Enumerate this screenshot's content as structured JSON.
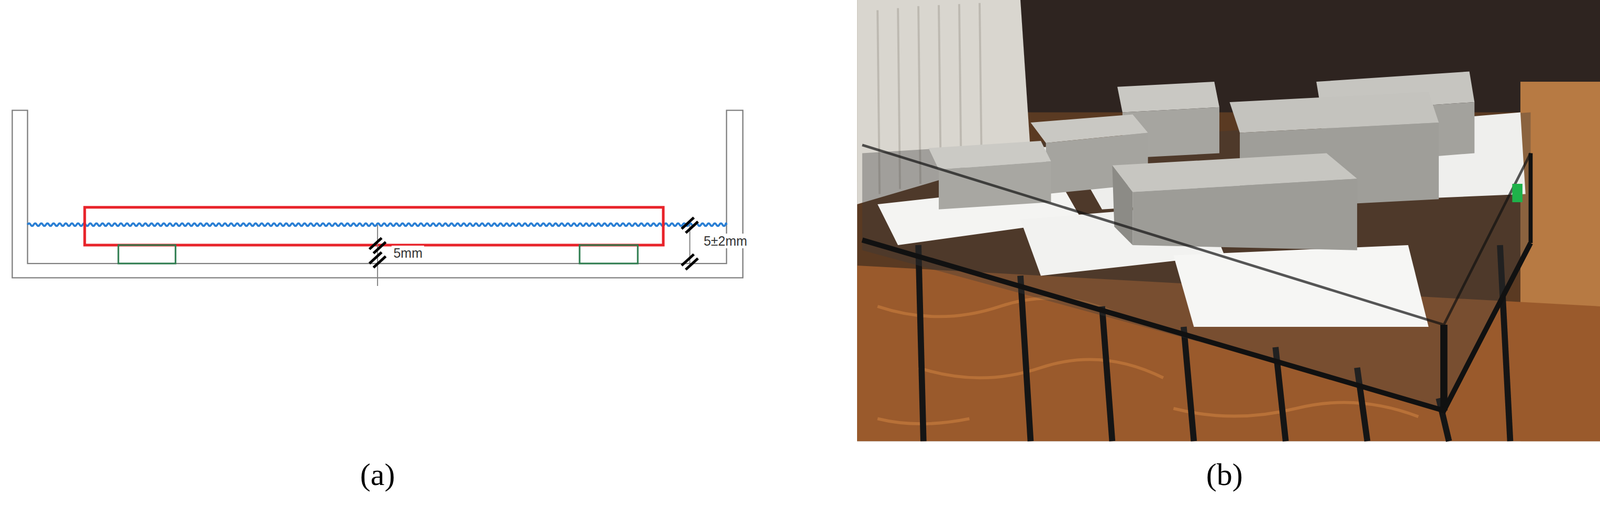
{
  "diagram": {
    "labels": [
      "5±2mm",
      "5mm",
      "(a)",
      "(b)"
    ]
  }
}
